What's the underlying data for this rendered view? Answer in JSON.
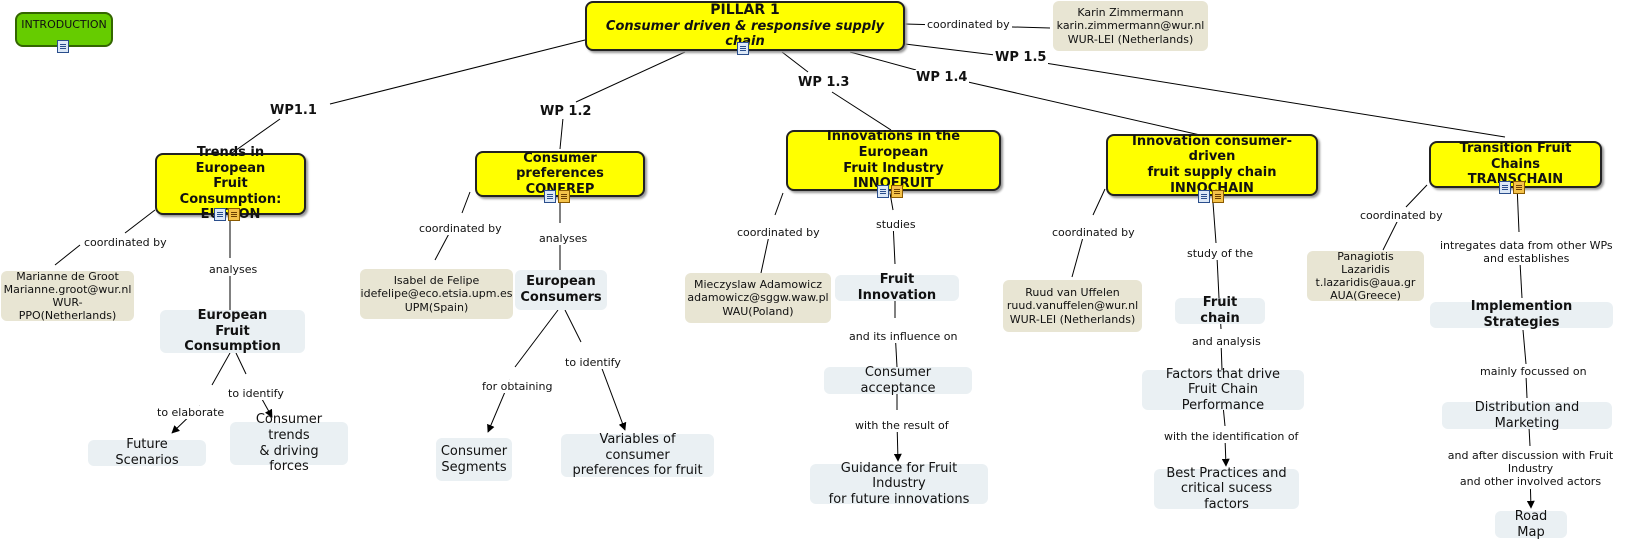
{
  "intro": {
    "label": "INTRODUCTION"
  },
  "pillar": {
    "title": "PILLAR 1",
    "subtitle": "Consumer driven & responsive supply chain"
  },
  "pillar_coord": {
    "link": "coordinated by",
    "person": "Karin Zimmermann",
    "email": "karin.zimmermann@wur.nl",
    "org": "WUR-LEI (Netherlands)"
  },
  "wps": {
    "wp11": "WP1.1",
    "wp12": "WP 1.2",
    "wp13": "WP 1.3",
    "wp14": "WP 1.4",
    "wp15": "WP 1.5"
  },
  "eufcon": {
    "title": [
      "Trends in European",
      "Fruit Consumption:",
      "EUFCON"
    ],
    "coord_link": "coordinated by",
    "coord": [
      "Marianne de Groot",
      "Marianne.groot@wur.nl",
      "WUR-PPO(Netherlands)"
    ],
    "link1": "analyses",
    "concept": [
      "European",
      "Fruit Consumption"
    ],
    "link2": "to elaborate",
    "link3": "to identify",
    "leaf1": "Future Scenarios",
    "leaf2": [
      "Consumer trends",
      "& driving forces"
    ]
  },
  "confrep": {
    "title": [
      "Consumer preferences",
      "CONFREP"
    ],
    "coord_link": "coordinated by",
    "coord": [
      "Isabel de Felipe",
      "idefelipe@eco.etsia.upm.es",
      "UPM(Spain)"
    ],
    "link1": "analyses",
    "concept": [
      "European",
      "Consumers"
    ],
    "link2": "for obtaining",
    "link3": "to identify",
    "leaf1": [
      "Consumer",
      "Segments"
    ],
    "leaf2": [
      "Variables of consumer",
      "preferences for fruit"
    ]
  },
  "innofruit": {
    "title": [
      "Innovations in the European",
      "Fruit Industry",
      "INNOFRUIT"
    ],
    "coord_link": "coordinated by",
    "coord": [
      "Mieczyslaw Adamowicz",
      "adamowicz@sggw.waw.pl",
      "WAU(Poland)"
    ],
    "link1": "studies",
    "concept": "Fruit Innovation",
    "link2": "and its influence on",
    "node2": "Consumer acceptance",
    "link3": "with the result of",
    "leaf": [
      "Guidance for Fruit Industry",
      "for future innovations"
    ]
  },
  "innochain": {
    "title": [
      "Innovation consumer-driven",
      "fruit supply chain",
      "INNOCHAIN"
    ],
    "coord_link": "coordinated by",
    "coord": [
      "Ruud van Uffelen",
      "ruud.vanuffelen@wur.nl",
      "WUR-LEI (Netherlands)"
    ],
    "link1": "study of the",
    "concept": "Fruit chain",
    "link2": "and analysis",
    "node2": [
      "Factors that drive",
      "Fruit Chain Performance"
    ],
    "link3": "with the identification of",
    "leaf": [
      "Best Practices and",
      "critical sucess factors"
    ]
  },
  "transchain": {
    "title": [
      "Transition Fruit Chains",
      "TRANSCHAIN"
    ],
    "coord_link": "coordinated by",
    "coord": [
      "Panagiotis Lazaridis",
      "t.lazaridis@aua.gr",
      "AUA(Greece)"
    ],
    "link1": [
      "intregates data from other WPs",
      "and establishes"
    ],
    "concept": "Implemention Strategies",
    "link2": "mainly focussed on",
    "node2": "Distribution and Marketing",
    "link3": [
      "and after discussion with Fruit Industry",
      "and other involved actors"
    ],
    "leaf": "Road Map"
  },
  "colors": {
    "pillar": "#ffff00",
    "coordinator": "#e8e5d3",
    "concept": "#eaf0f3",
    "intro": "#66cc00"
  },
  "icons": [
    "document-icon",
    "html-icon",
    "hierarchy-icon"
  ]
}
